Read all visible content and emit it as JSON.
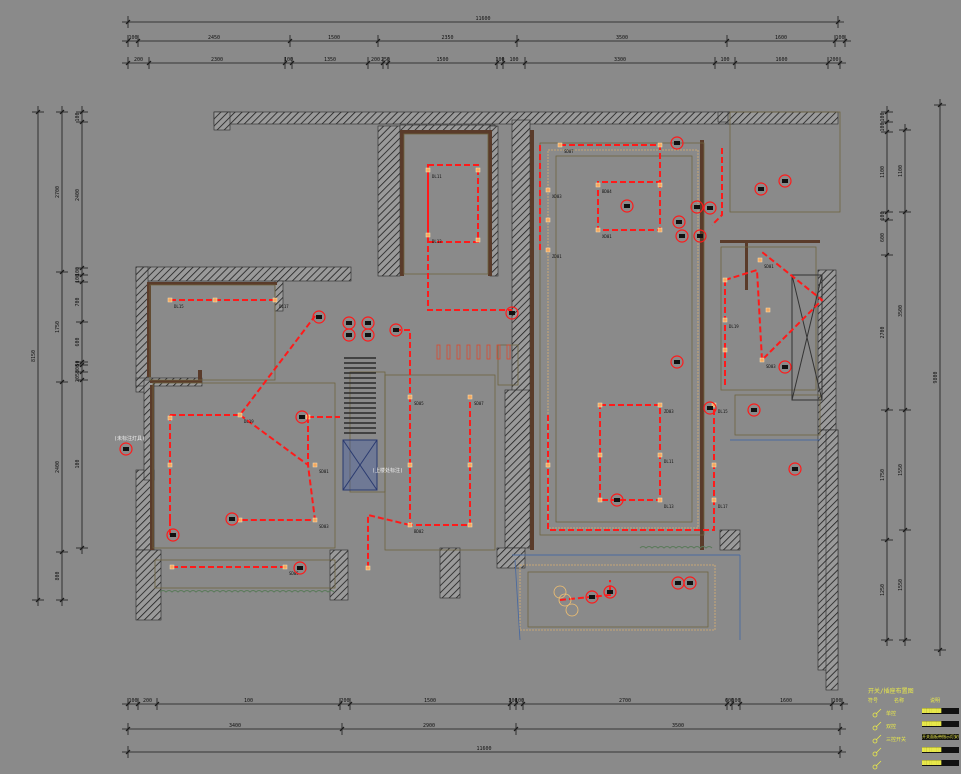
{
  "colors": {
    "background": "#8a8a8a",
    "dimension_line": "#1a1a1a",
    "wall": "#2a2a2a",
    "circuit": "#ff1a1a",
    "fixture": "#f2a860",
    "room_outline": "#6f6440",
    "legend_text": "#e8e84a",
    "label_text": "#f0f0f0"
  },
  "dimensions": {
    "top_total": "11600",
    "top_row1": [
      "100",
      "2450",
      "1500",
      "2350",
      "3500",
      "1600",
      "100"
    ],
    "top_row2": [
      "200",
      "2300",
      "100",
      "1350",
      "200",
      "250",
      "1500",
      "100",
      "100",
      "3300",
      "100",
      "1600",
      "200"
    ],
    "bottom_row1": [
      "100",
      "200",
      "100",
      "200",
      "1500",
      "300",
      "100",
      "2700",
      "600",
      "100",
      "1600",
      "100"
    ],
    "bottom_row2": [
      "3400",
      "2900",
      "3500"
    ],
    "bottom_total": "11600",
    "left_outer": [
      "8150"
    ],
    "left_mid": [
      "2700",
      "1750",
      "2400",
      "800"
    ],
    "left_inner": [
      "100",
      "2400",
      "100",
      "100",
      "700",
      "600",
      "50",
      "300",
      "2050",
      "100"
    ],
    "right_inner": [
      "100",
      "100",
      "1100",
      "100",
      "600",
      "2700",
      "1750",
      "1250"
    ],
    "right_mid": [
      "1100",
      "3500",
      "1550",
      "1550"
    ],
    "right_outer": [
      "9800"
    ]
  },
  "labels": {
    "stair_note": "(上楼处标注)",
    "left_fixture_note": "(未标注灯具)"
  },
  "fixture_codes": [
    "DL11",
    "DL12",
    "DL13",
    "DL14",
    "DL15",
    "DL16",
    "DL17",
    "DL18",
    "DL19",
    "DL20",
    "SD01",
    "SD02",
    "SD03",
    "SD04",
    "SD05",
    "SD06",
    "SD07",
    "BD01",
    "BD02",
    "BD03",
    "BD04",
    "BD05",
    "XD01",
    "XD02",
    "XD03",
    "XD04",
    "ZD01",
    "ZD02",
    "ZD03",
    "ZD04"
  ],
  "legend": {
    "title": "开关/插座布置图",
    "headers": [
      "符号",
      "名称",
      "说明"
    ],
    "rows": [
      {
        "icon": "switch-icon",
        "name": "单控",
        "desc": "████████"
      },
      {
        "icon": "switch-icon",
        "name": "双控",
        "desc": "████████"
      },
      {
        "icon": "switch-icon",
        "name": "三控开关",
        "desc": "开关面板带指示灯安装"
      },
      {
        "icon": "switch-icon",
        "name": "",
        "desc": "████████"
      },
      {
        "icon": "switch-icon",
        "name": "",
        "desc": "████████"
      }
    ]
  }
}
